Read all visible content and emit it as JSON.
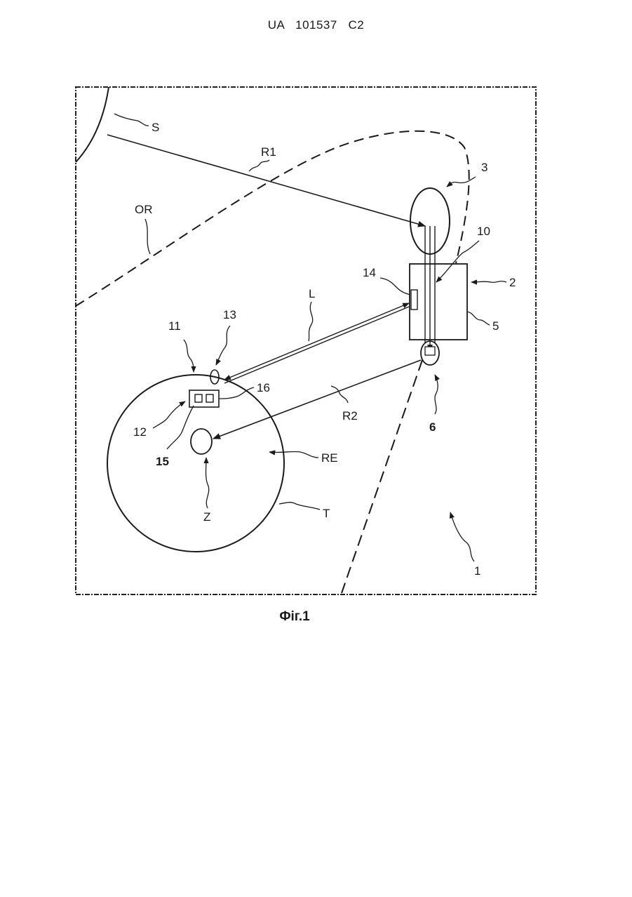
{
  "header": {
    "office": "UA",
    "number": "101537",
    "kind": "C2"
  },
  "figure": {
    "caption": "Фіг.1",
    "labels": {
      "S": "S",
      "R1": "R1",
      "OR": "OR",
      "n3": "3",
      "n10": "10",
      "n14": "14",
      "n2": "2",
      "n5": "5",
      "L": "L",
      "n11": "11",
      "n13": "13",
      "n16": "16",
      "n12": "12",
      "n15": "15",
      "R2": "R2",
      "n6": "6",
      "RE": "RE",
      "Z": "Z",
      "T": "T",
      "n1": "1"
    }
  }
}
